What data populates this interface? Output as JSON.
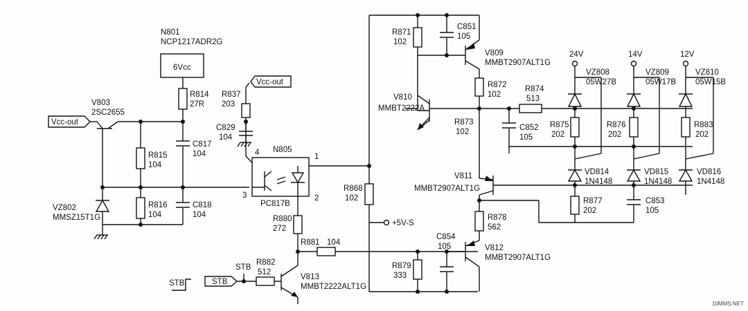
{
  "labels": {
    "n801": "N801",
    "n801_part": "NCP1217ADR2G",
    "vcc6": "6Vcc",
    "r814": "R814",
    "r814_val": "27R",
    "r837": "R837",
    "r837_val": "203",
    "vcc_out_left": "Vcc-out",
    "vcc_out_right": "Vcc-out",
    "v803": "V803",
    "v803_part": "2SC2655",
    "c829": "C829",
    "c829_val": "104",
    "n805": "N805",
    "pc817b": "PC817B",
    "pin1": "1",
    "pin2": "2",
    "pin3": "3",
    "pin4": "4",
    "r815": "R815",
    "r815_val": "104",
    "c817": "C817",
    "c817_val": "104",
    "r816": "R816",
    "r816_val": "104",
    "c818": "C818",
    "c818_val": "104",
    "vz802": "VZ802",
    "vz802_part": "MMSZ15T1G",
    "r880": "R880",
    "r880_val": "272",
    "r881": "R881",
    "r881_val": "104",
    "r882": "R882",
    "r882_val": "512",
    "stb_label": "STB",
    "stb_box": "STB",
    "stb_node": "STB",
    "v813": "V813",
    "v813_part": "MMBT2222ALT1G",
    "r868": "R868",
    "r868_val": "102",
    "plus5": "+5V-S",
    "r871": "R871",
    "r871_val": "102",
    "c851": "C851",
    "c851_val": "105",
    "v809": "V809",
    "v809_part": "MMBT2907ALT1G",
    "v810": "V810",
    "v810_part": "MMBT2222A",
    "r872": "R872",
    "r872_val": "102",
    "r873": "R873",
    "r873_val": "102",
    "c852": "C852",
    "c852_val": "105",
    "r874": "R874",
    "r874_val": "513",
    "v24": "24V",
    "v14": "14V",
    "v12": "12V",
    "vz808": "VZ808",
    "vz808_part": "05W27B",
    "vz809": "VZ809",
    "vz809_part": "05W17B",
    "vz810": "VZ810",
    "vz810_part": "05W15B",
    "r875": "R875",
    "r875_val": "202",
    "r876": "R876",
    "r876_val": "202",
    "r883": "R883",
    "r883_val": "202",
    "v811": "V811",
    "v811_part": "MMBT2907ALT1G",
    "vd814": "VD814",
    "vd814_part": "1N4148",
    "vd815": "VD815",
    "vd815_part": "1N4148",
    "vd816": "VD816",
    "vd816_part": "1N4148",
    "r877": "R877",
    "r877_val": "202",
    "c853": "C853",
    "c853_val": "105",
    "r878": "R878",
    "r878_val": "562",
    "c854": "C854",
    "c854_val": "105",
    "v812": "V812",
    "v812_part": "MMBT2907ALT1G",
    "r879": "R879",
    "r879_val": "333",
    "watermark": "10MMS.NET"
  }
}
